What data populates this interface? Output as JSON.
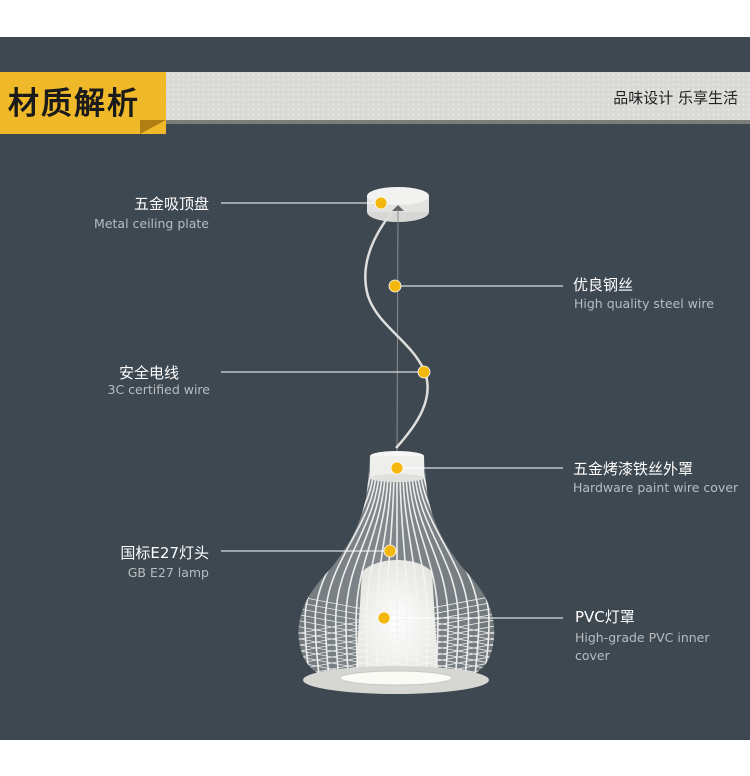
{
  "header": {
    "title": "材质解析",
    "slogan": "品味设计 乐享生活"
  },
  "labels": [
    {
      "cn": "五金吸顶盘",
      "en": "Metal ceiling plate"
    },
    {
      "cn": "优良钢丝",
      "en": "High quality steel wire"
    },
    {
      "cn": "安全电线",
      "en": "3C certified wire"
    },
    {
      "cn": "五金烤漆铁丝外罩",
      "en": "Hardware paint wire cover"
    },
    {
      "cn": "国标E27灯头",
      "en": "GB E27 lamp"
    },
    {
      "cn": "PVC灯罩",
      "en": "High-grade PVC inner",
      "en2": "cover"
    }
  ],
  "colors": {
    "background": "#3e4850",
    "accent": "#f0b92a",
    "marker": "#f4b70e"
  }
}
